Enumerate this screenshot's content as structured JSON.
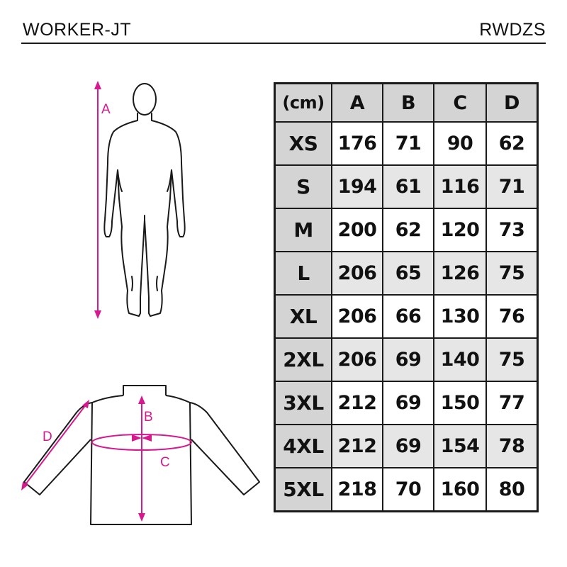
{
  "header": {
    "title": "WORKER-JT",
    "code": "RWDZS"
  },
  "diagram": {
    "body_label_a": "A",
    "jacket_label_b": "B",
    "jacket_label_c": "C",
    "jacket_label_d": "D",
    "accent_color": "#d6198e"
  },
  "table": {
    "headers": [
      "(cm)",
      "A",
      "B",
      "C",
      "D"
    ],
    "rows": [
      [
        "XS",
        "176",
        "71",
        "90",
        "62"
      ],
      [
        "S",
        "194",
        "61",
        "116",
        "71"
      ],
      [
        "M",
        "200",
        "62",
        "120",
        "73"
      ],
      [
        "L",
        "206",
        "65",
        "126",
        "75"
      ],
      [
        "XL",
        "206",
        "66",
        "130",
        "76"
      ],
      [
        "2XL",
        "206",
        "69",
        "140",
        "75"
      ],
      [
        "3XL",
        "212",
        "69",
        "150",
        "77"
      ],
      [
        "4XL",
        "212",
        "69",
        "154",
        "78"
      ],
      [
        "5XL",
        "218",
        "70",
        "160",
        "80"
      ]
    ]
  }
}
